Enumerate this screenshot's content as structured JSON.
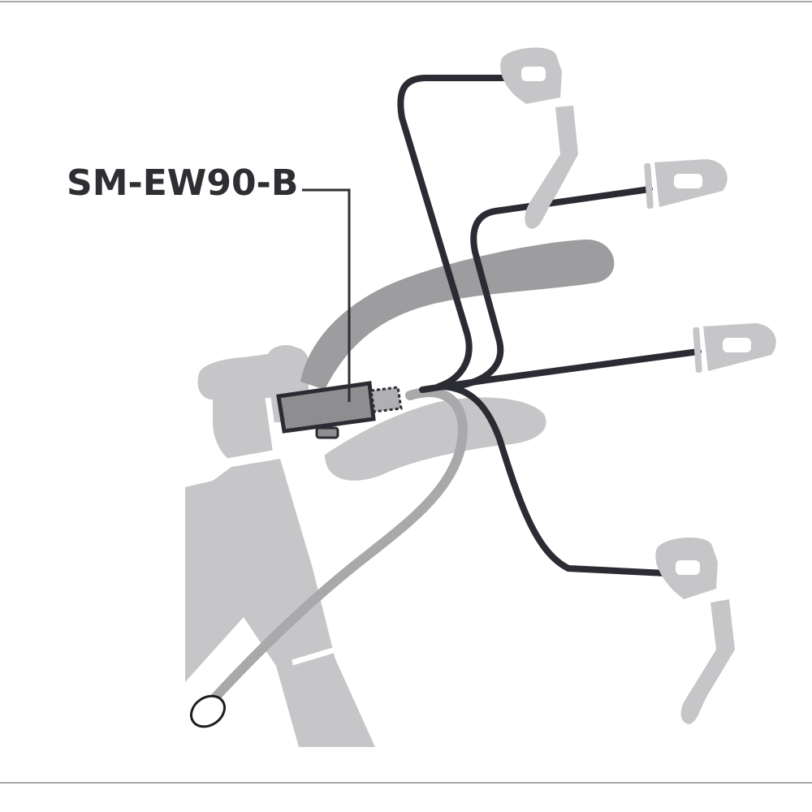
{
  "diagram": {
    "callout_label": "SM-EW90-B",
    "colors": {
      "frame": "#c6c6c8",
      "handlebar": "#9d9d9f",
      "wire": "#2b2b33",
      "junction_body": "#8e8e90",
      "light_wire": "#a9a9ab",
      "rule": "#a8a8a8",
      "text": "#2e2e33"
    },
    "components": [
      {
        "name": "junction-box",
        "label": "SM-EW90-B"
      },
      {
        "name": "shifter-top-left",
        "type": "brake-shift lever"
      },
      {
        "name": "satellite-switch-upper",
        "type": "remote switch"
      },
      {
        "name": "satellite-switch-lower",
        "type": "remote switch"
      },
      {
        "name": "shifter-bottom-right",
        "type": "brake-shift lever"
      }
    ]
  }
}
